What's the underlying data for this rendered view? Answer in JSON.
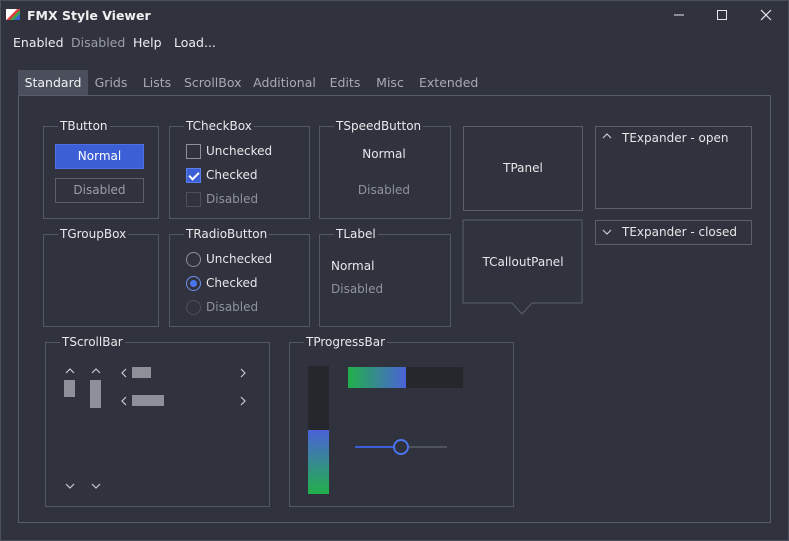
{
  "window": {
    "title": "FMX Style Viewer",
    "controls": [
      "minimize-icon",
      "maximize-icon",
      "close-icon"
    ]
  },
  "menu": {
    "items": [
      {
        "label": "Enabled",
        "enabled": true
      },
      {
        "label": "Disabled",
        "enabled": false
      },
      {
        "label": "Help",
        "enabled": true
      },
      {
        "label": "Load...",
        "enabled": true
      }
    ]
  },
  "tabs": [
    {
      "label": "Standard",
      "active": true
    },
    {
      "label": "Grids"
    },
    {
      "label": "Lists"
    },
    {
      "label": "ScrollBox"
    },
    {
      "label": "Additional"
    },
    {
      "label": "Edits"
    },
    {
      "label": "Misc"
    },
    {
      "label": "Extended"
    }
  ],
  "tbutton": {
    "title": "TButton",
    "normal": "Normal",
    "disabled": "Disabled"
  },
  "tcheckbox": {
    "title": "TCheckBox",
    "unchecked": "Unchecked",
    "checked": "Checked",
    "disabled": "Disabled"
  },
  "tspeedbutton": {
    "title": "TSpeedButton",
    "normal": "Normal",
    "disabled": "Disabled"
  },
  "tpanel": {
    "label": "TPanel"
  },
  "texpander_open": {
    "label": "TExpander - open",
    "expanded": true
  },
  "texpander_closed": {
    "label": "TExpander - closed",
    "expanded": false
  },
  "tgroupbox": {
    "title": "TGroupBox"
  },
  "tradiobutton": {
    "title": "TRadioButton",
    "unchecked": "Unchecked",
    "checked": "Checked",
    "disabled": "Disabled"
  },
  "tlabel": {
    "title": "TLabel",
    "normal": "Normal",
    "disabled": "Disabled"
  },
  "tcalloutpanel": {
    "label": "TCalloutPanel"
  },
  "tscrollbar": {
    "title": "TScrollBar"
  },
  "tprogressbar": {
    "title": "TProgressBar",
    "horizontal_progress": 0.5,
    "vertical_progress": 0.5,
    "trackbar_value": 0.5
  },
  "colors": {
    "accent": "#3c5fd6",
    "background": "#30333d",
    "gradient_start": "#22b04a",
    "gradient_end": "#4b62d8"
  }
}
